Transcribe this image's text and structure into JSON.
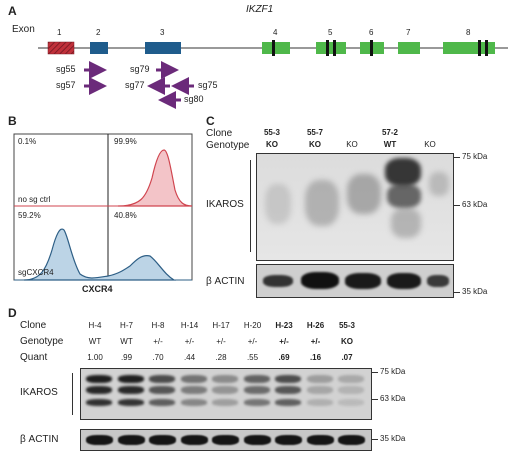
{
  "panelA": {
    "letter": "A",
    "gene": "IKZF1",
    "exon_label": "Exon",
    "exons": [
      "1",
      "2",
      "3",
      "4",
      "5",
      "6",
      "7",
      "8"
    ],
    "guides": [
      "sg55",
      "sg57",
      "sg79",
      "sg77",
      "sg75",
      "sg80"
    ],
    "colors": {
      "exon1": "#c0303a",
      "coding_blue": "#1f5c8c",
      "coding_green": "#4fb84a",
      "arrow": "#6b2a7a"
    }
  },
  "panelB": {
    "letter": "B",
    "quadrants": {
      "top_left": "0.1%",
      "top_right": "99.9%",
      "bottom_left": "59.2%",
      "bottom_right": "40.8%"
    },
    "row_labels": {
      "top": "no sg ctrl",
      "bottom": "sgCXCR4"
    },
    "xlabel": "CXCR4",
    "colors": {
      "ctrl": "#d0454f",
      "ctrl_fill": "#f3c4c8",
      "sg": "#2e5f86",
      "sg_fill": "#bcd4e6"
    }
  },
  "panelC": {
    "letter": "C",
    "clone_label": "Clone",
    "genotype_label": "Genotype",
    "clones": [
      "55-3",
      "55-7",
      "",
      "57-2",
      ""
    ],
    "genotypes": [
      "KO",
      "KO",
      "KO",
      "WT",
      "KO"
    ],
    "markers": [
      "75 kDa",
      "63 kDa",
      "35 kDa"
    ],
    "blot_labels": {
      "ikaros": "IKAROS",
      "actin": "β ACTIN"
    }
  },
  "panelD": {
    "letter": "D",
    "clone_label": "Clone",
    "genotype_label": "Genotype",
    "quant_label": "Quant",
    "clones": [
      "H-4",
      "H-7",
      "H-8",
      "H-14",
      "H-17",
      "H-20",
      "H-23",
      "H-26",
      "55-3"
    ],
    "genotypes": [
      "WT",
      "WT",
      "+/-",
      "+/-",
      "+/-",
      "+/-",
      "+/-",
      "+/-",
      "KO"
    ],
    "quant": [
      1.0,
      0.99,
      0.7,
      0.44,
      0.28,
      0.55,
      0.69,
      0.16,
      0.07
    ],
    "quant_display": [
      "1.00",
      ".99",
      ".70",
      ".44",
      ".28",
      ".55",
      ".69",
      ".16",
      ".07"
    ],
    "markers": [
      "75 kDa",
      "63 kDa",
      "35 kDa"
    ],
    "blot_labels": {
      "ikaros": "IKAROS",
      "actin": "β ACTIN"
    }
  }
}
